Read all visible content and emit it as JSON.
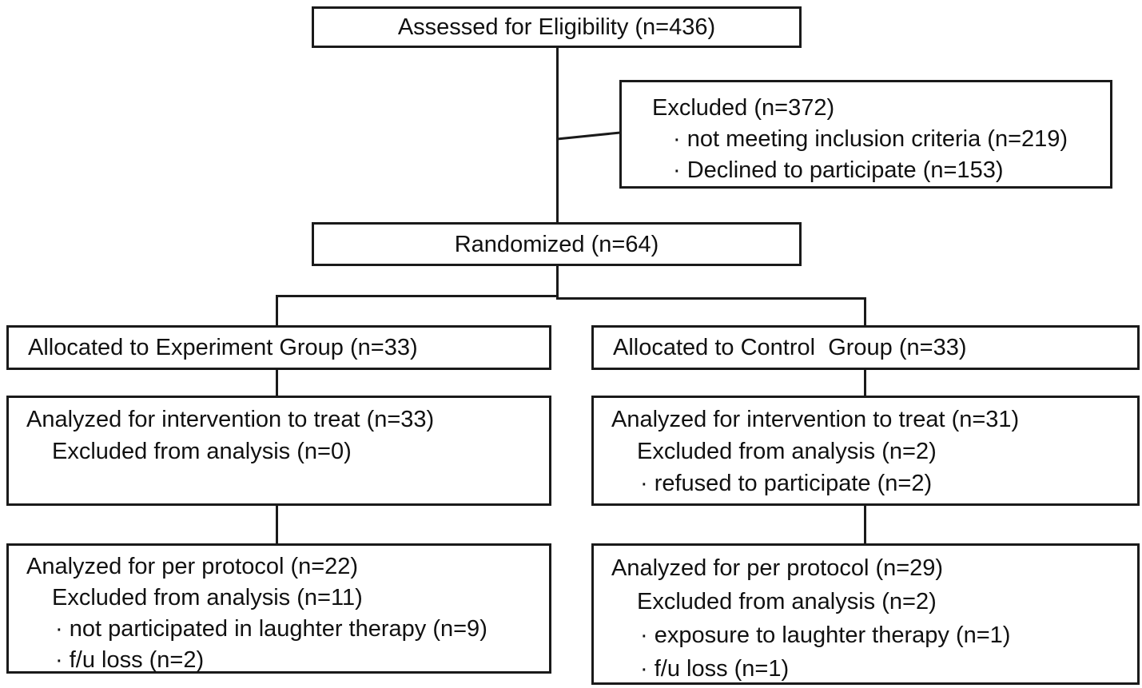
{
  "diagram_type": "consort-flow-diagram",
  "colors": {
    "line": "#1a1a1a",
    "box_background": "#ffffff",
    "text": "#111111"
  },
  "boxes": {
    "assessed": {
      "lines": [
        {
          "text": "Assessed for Eligibility (n=436)",
          "indent": 0
        }
      ]
    },
    "excluded": {
      "lines": [
        {
          "text": "Excluded (n=372)",
          "indent": 0
        },
        {
          "text": "· not meeting inclusion criteria (n=219)",
          "indent": 1
        },
        {
          "text": "· Declined to participate (n=153)",
          "indent": 1
        }
      ]
    },
    "randomized": {
      "lines": [
        {
          "text": "Randomized (n=64)",
          "indent": 0
        }
      ]
    },
    "allocated_experiment": {
      "lines": [
        {
          "text": "Allocated to Experiment Group (n=33)",
          "indent": 0
        }
      ]
    },
    "allocated_control": {
      "lines": [
        {
          "text": "Allocated to Control  Group (n=33)",
          "indent": 0
        }
      ]
    },
    "analyzed_itt_experiment": {
      "lines": [
        {
          "text": "Analyzed for intervention to treat (n=33)",
          "indent": 0
        },
        {
          "text": "Excluded from analysis (n=0)",
          "indent": 1
        }
      ]
    },
    "analyzed_itt_control": {
      "lines": [
        {
          "text": "Analyzed for intervention to treat (n=31)",
          "indent": 0
        },
        {
          "text": "Excluded from analysis (n=2)",
          "indent": 1
        },
        {
          "text": "· refused to participate (n=2)",
          "indent": 2
        }
      ]
    },
    "per_protocol_experiment": {
      "lines": [
        {
          "text": "Analyzed for per protocol (n=22)",
          "indent": 0
        },
        {
          "text": "Excluded from analysis (n=11)",
          "indent": 1
        },
        {
          "text": "· not participated in laughter therapy (n=9)",
          "indent": 2
        },
        {
          "text": "· f/u loss (n=2)",
          "indent": 2
        }
      ]
    },
    "per_protocol_control": {
      "lines": [
        {
          "text": "Analyzed for per protocol (n=29)",
          "indent": 0
        },
        {
          "text": "Excluded from analysis (n=2)",
          "indent": 1
        },
        {
          "text": "· exposure to laughter therapy (n=1)",
          "indent": 2
        },
        {
          "text": "· f/u loss (n=1)",
          "indent": 2
        }
      ]
    }
  }
}
